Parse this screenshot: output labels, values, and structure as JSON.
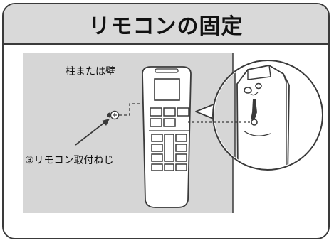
{
  "title": "リモコンの固定",
  "labels": {
    "pillar_or_wall": "柱または壁",
    "screw": "③リモコン取付ねじ"
  },
  "colors": {
    "header_bg": "#d9d9d9",
    "wall_bg": "#d6d6d6",
    "outline": "#3a3a3a"
  }
}
